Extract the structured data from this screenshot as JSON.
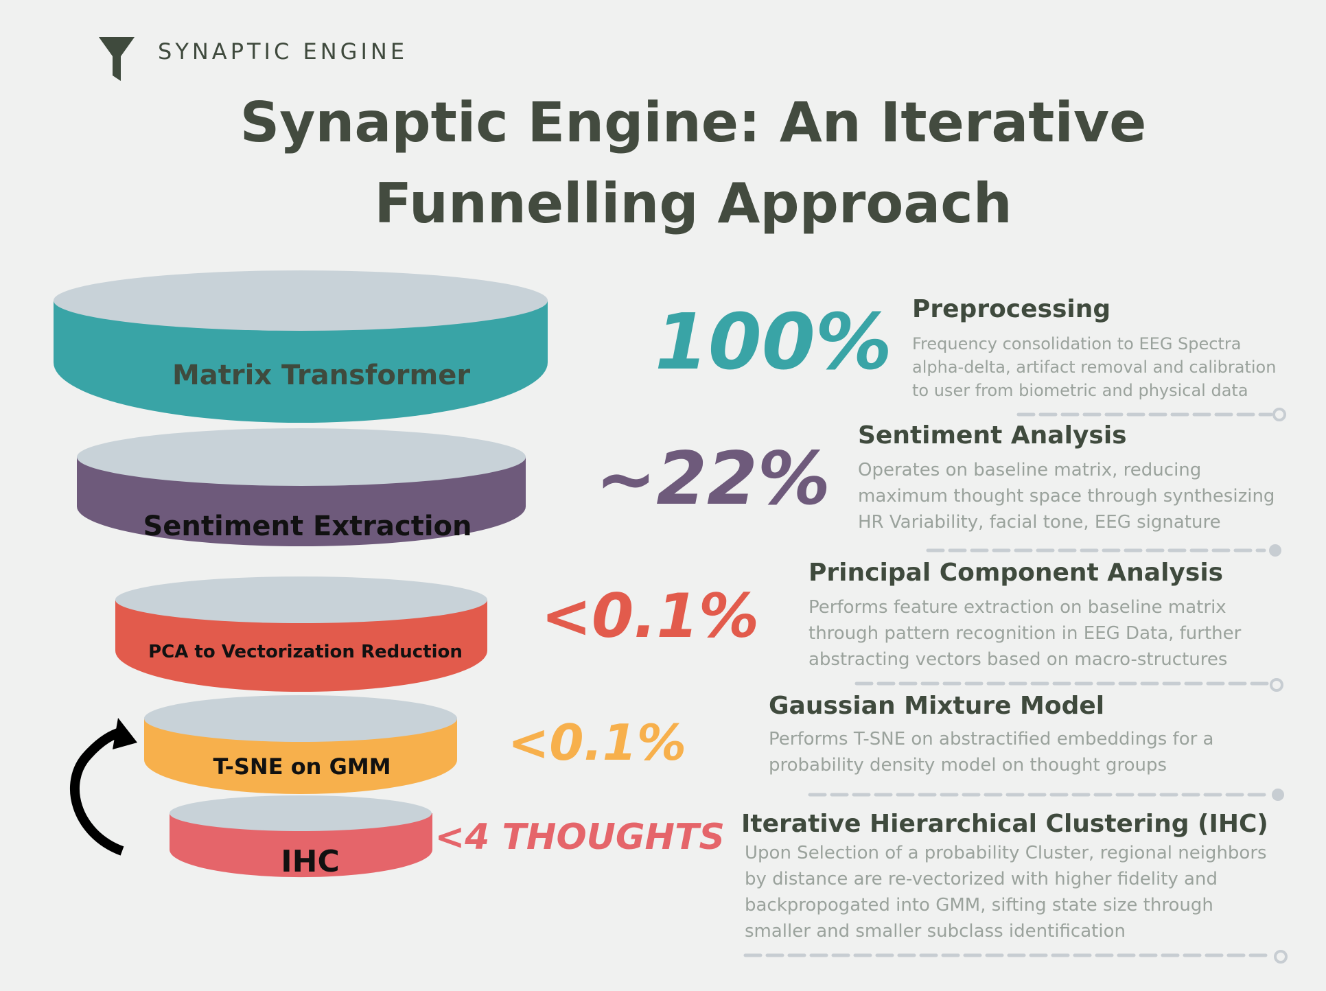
{
  "brand": {
    "name": "SYNAPTIC ENGINE",
    "icon": "funnel-icon"
  },
  "title": {
    "line1": "Synaptic Engine: An Iterative",
    "line2": "Funnelling Approach"
  },
  "colors": {
    "teal": "#39a4a6",
    "purple": "#6e5a7b",
    "red": "#e25b4c",
    "orange": "#f7b04c",
    "pink": "#e5656a",
    "top": "#c8d2d8",
    "dark": "#3f4a3d",
    "muted": "#9aa29c",
    "line": "#c7cdd2"
  },
  "loop_icon": "circular-arrow-icon",
  "stages": [
    {
      "layer_label": "Matrix Transformer",
      "percent": "100%",
      "heading": "Preprocessing",
      "description": [
        "Frequency consolidation to EEG Spectra",
        "alpha-delta, artifact removal and calibration",
        "to user from biometric and physical data"
      ]
    },
    {
      "layer_label": "Sentiment Extraction",
      "percent": "~22%",
      "heading": "Sentiment Analysis",
      "description": [
        "Operates on baseline matrix, reducing",
        "maximum thought space through synthesizing",
        "HR Variability, facial tone, EEG signature"
      ]
    },
    {
      "layer_label": "PCA to Vectorization Reduction",
      "percent": "<0.1%",
      "heading": "Principal Component Analysis",
      "description": [
        "Performs feature extraction on baseline matrix",
        "through pattern recognition in EEG Data, further",
        "abstracting vectors based on macro-structures"
      ]
    },
    {
      "layer_label": "T-SNE on GMM",
      "percent": "<0.1%",
      "heading": "Gaussian Mixture Model",
      "description": [
        "Performs T-SNE on abstractified embeddings for a",
        "probability density model on thought groups"
      ]
    },
    {
      "layer_label": "IHC",
      "percent": "<4 THOUGHTS",
      "heading": "Iterative Hierarchical Clustering (IHC)",
      "description": [
        "Upon Selection of a probability Cluster, regional neighbors",
        "by distance are re-vectorized with higher fidelity and",
        "backpropogated into GMM, sifting state size through",
        "smaller and smaller subclass identification"
      ]
    }
  ]
}
